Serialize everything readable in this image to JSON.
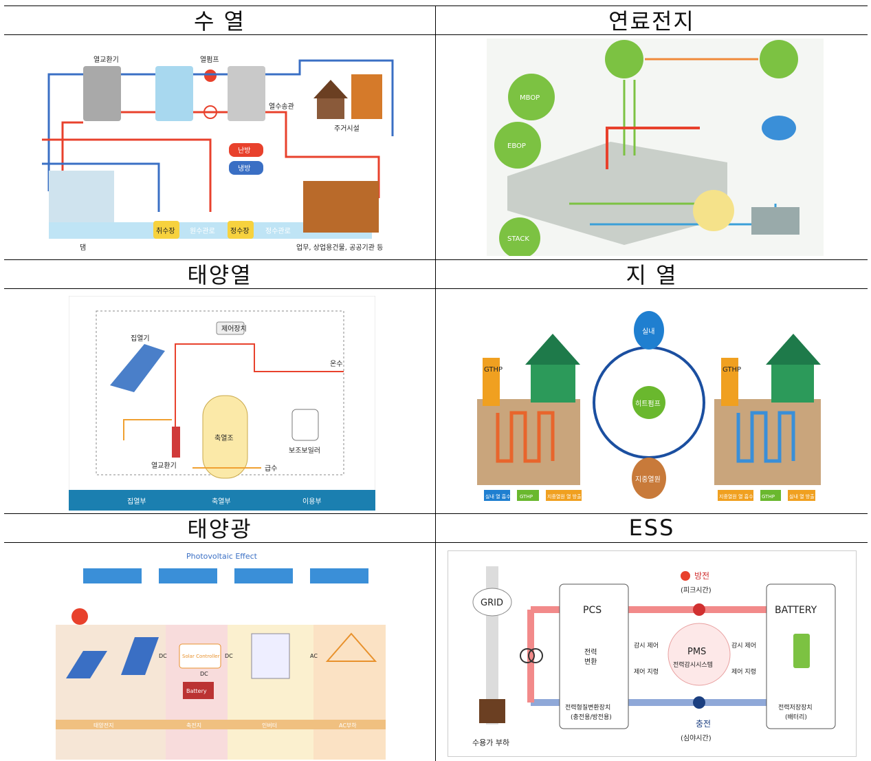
{
  "headers": {
    "water_heat": "수   열",
    "fuel_cell": "연료전지",
    "solar_heat": "태양열",
    "geothermal": "지   열",
    "solar_pv": "태양광",
    "ess": "ESS"
  },
  "water_heat": {
    "heat_exchanger": "열교환기",
    "heat_pump": "열펌프",
    "hot_water_pipe": "열수송관",
    "housing": "주거시설",
    "heating": "난방",
    "cooling": "냉방",
    "intake": "취수장",
    "raw_water_pipe": "원수관로",
    "purification": "정수장",
    "clean_water_pipe": "정수관로",
    "dam": "댐",
    "buildings": "업무, 상업용건물, 공공기관 등"
  },
  "fuel_cell": {
    "mbop": "MBOP",
    "ebop": "EBOP",
    "stack": "STACK"
  },
  "solar_heat": {
    "control": "제어장치",
    "collector": "집열기",
    "hot_water": "온수",
    "storage_tank": "축열조",
    "heat_exchanger": "열교환기",
    "aux_boiler": "보조보일러",
    "water_supply": "급수",
    "collect_part": "집열부",
    "storage_part": "축열부",
    "use_part": "이용부"
  },
  "geothermal": {
    "gthp": "GTHP",
    "indoor": "실내",
    "heat_pump": "히트펌프",
    "ground": "지중열원",
    "legend1": "실내 열 흡수",
    "legend2": "GTHP",
    "legend3": "지중열원 열 방출",
    "legend4": "지중열원 열 흡수",
    "legend5": "GTHP",
    "legend6": "실내 열 방출"
  },
  "solar_pv": {
    "title": "Photovoltaic Effect",
    "dc1": "DC",
    "dc2": "DC",
    "ac": "AC",
    "dc3": "DC",
    "controller": "Solar Controller",
    "battery": "Battery",
    "col1": "태양전지",
    "col2": "축전지",
    "col3": "인버터",
    "col4": "AC부하"
  },
  "ess": {
    "grid": "GRID",
    "pcs": "PCS",
    "battery": "BATTERY",
    "discharge": "방전",
    "peak": "(피크시간)",
    "charge": "충전",
    "offpeak": "(심야시간)",
    "power_conv1": "전력",
    "power_conv2": "변환",
    "monitor_ctrl": "감시 제어",
    "ctrl_cmd": "제어 지령",
    "monitor_ctrl2": "감시 제어",
    "ctrl_cmd2": "제어 지령",
    "pms": "PMS",
    "pms_desc": "전력감시시스템",
    "pcs_desc1": "전력형질변환장치",
    "pcs_desc2": "(충전용/방전용)",
    "bat_desc1": "전력저장장치",
    "bat_desc2": "(배터리)",
    "load": "수용가 부하"
  },
  "colors": {
    "hot": "#e8412c",
    "cold": "#3a6fc4",
    "teal": "#1f9bc4",
    "green": "#6ab82e"
  }
}
